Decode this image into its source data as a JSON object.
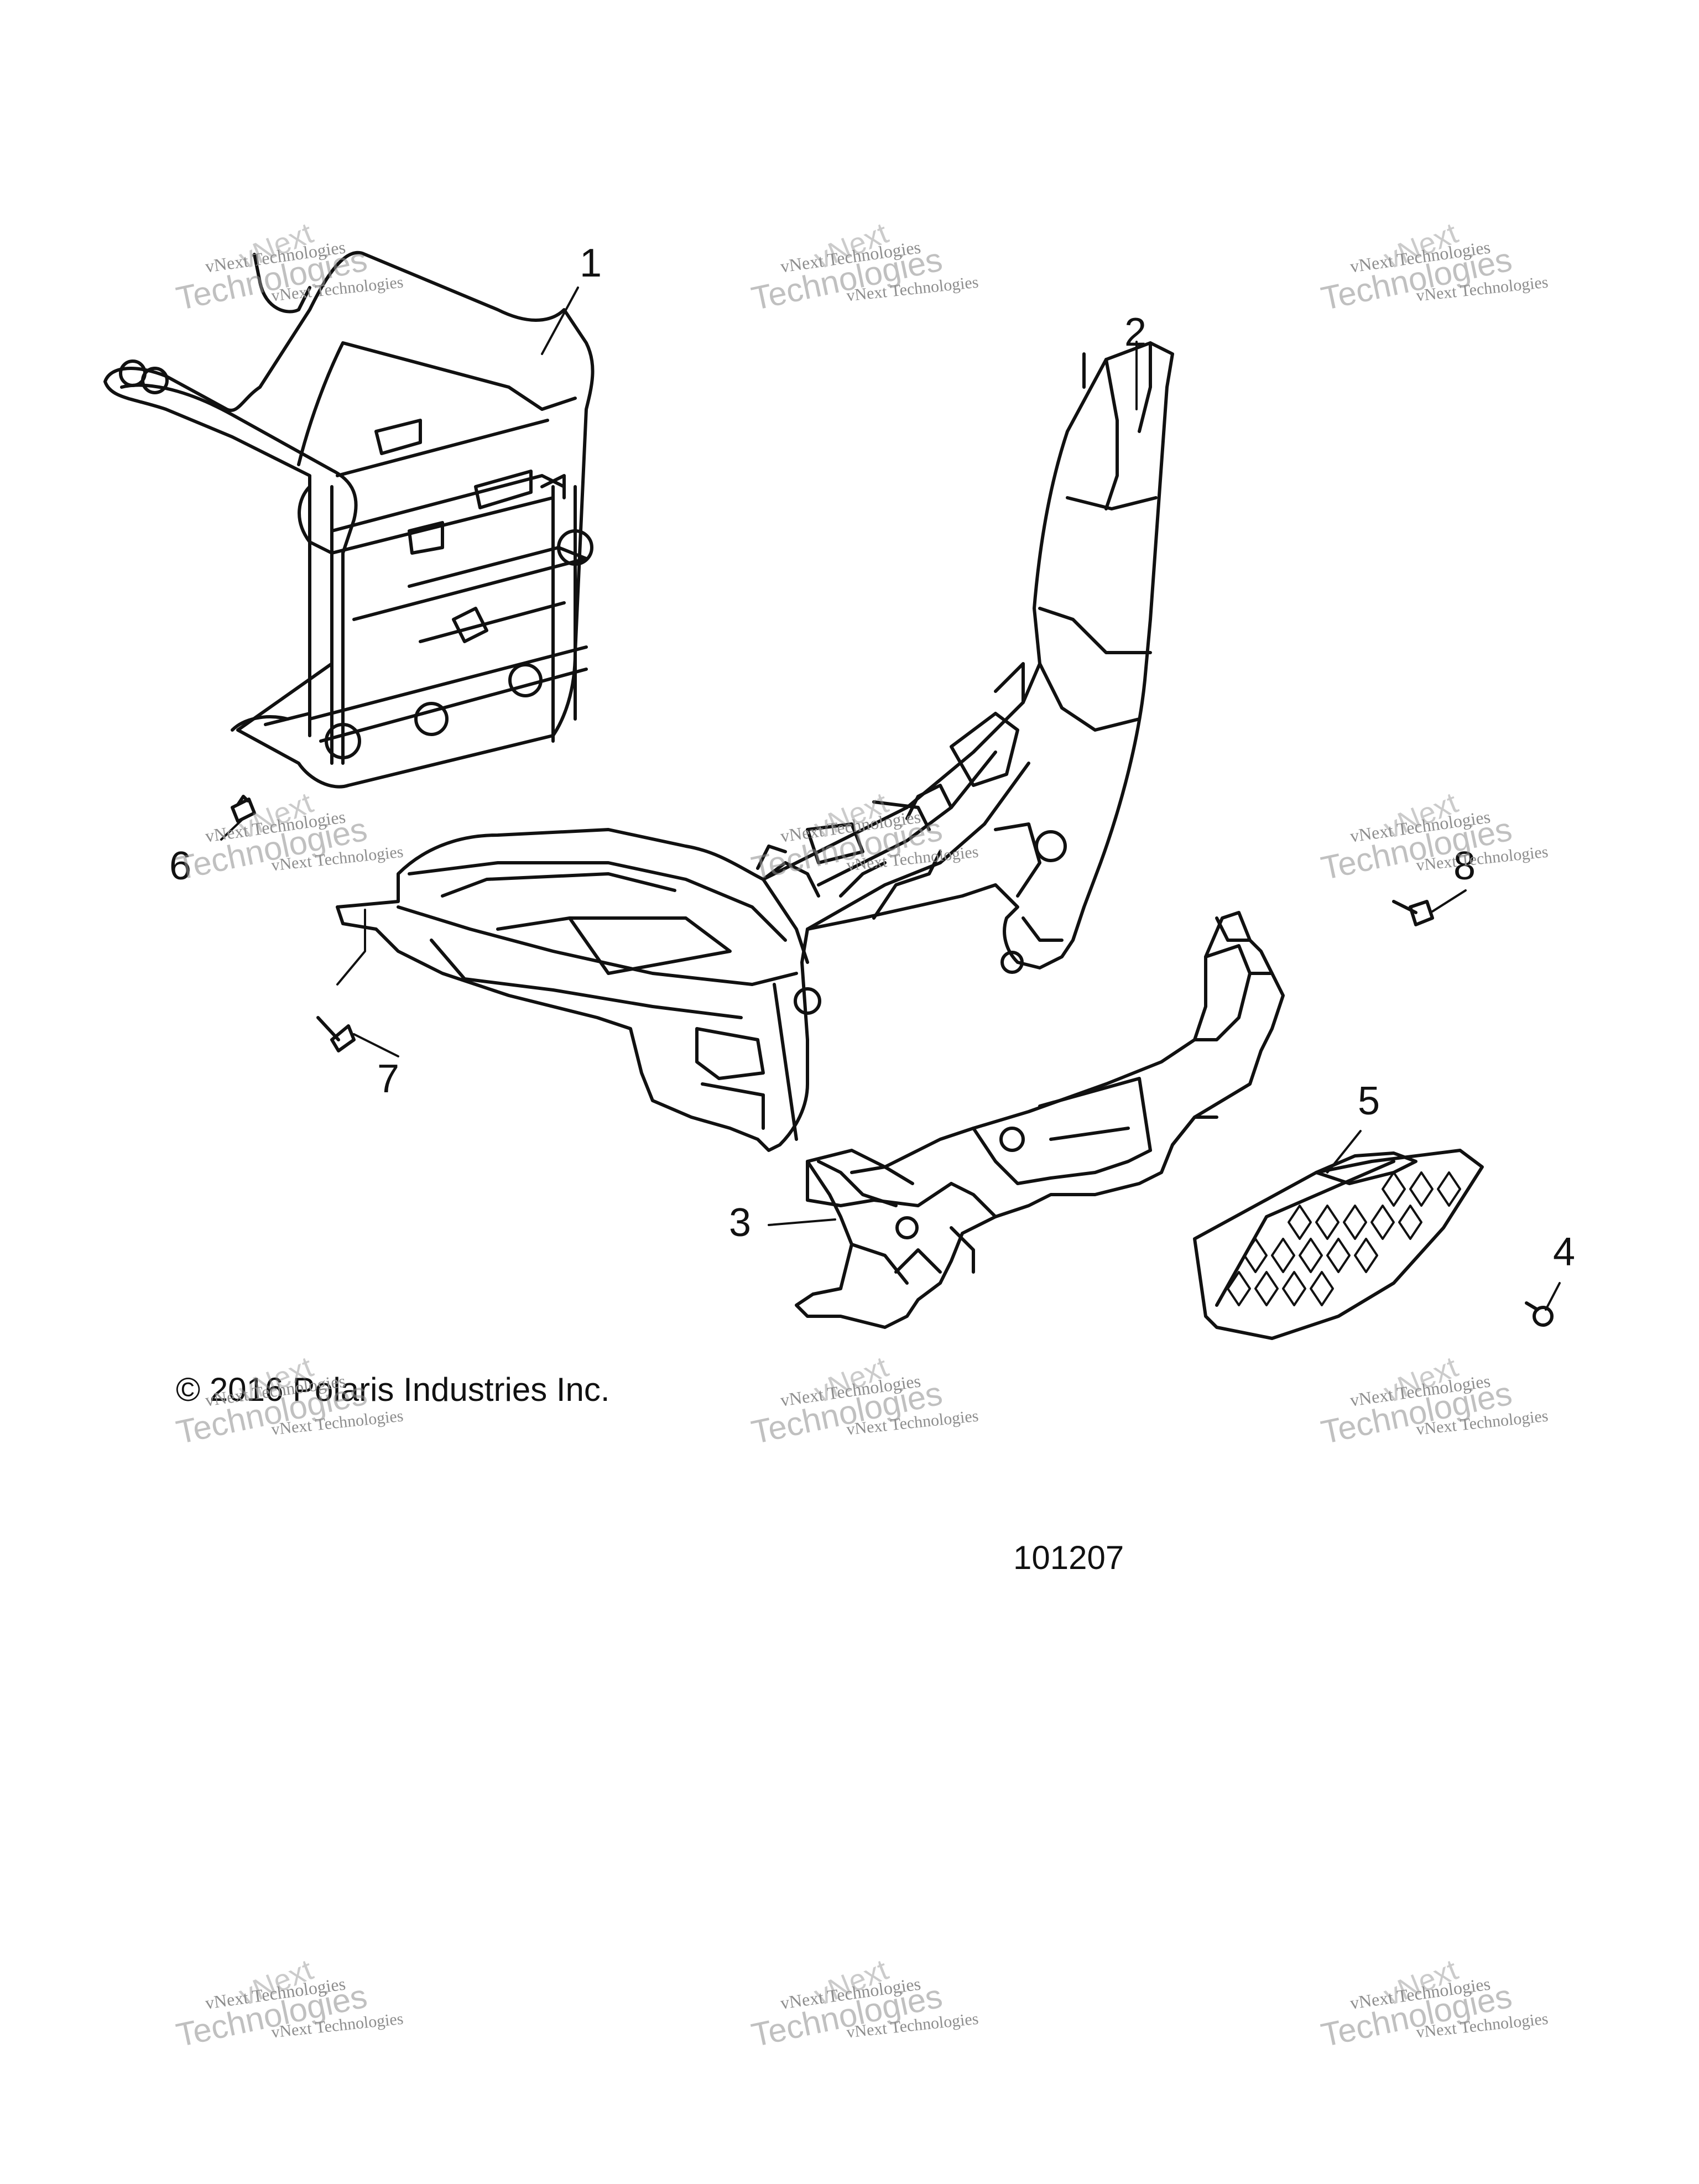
{
  "callouts": [
    {
      "id": "1",
      "label": "1"
    },
    {
      "id": "2",
      "label": "2"
    },
    {
      "id": "3",
      "label": "3"
    },
    {
      "id": "4",
      "label": "4"
    },
    {
      "id": "5",
      "label": "5"
    },
    {
      "id": "6",
      "label": "6"
    },
    {
      "id": "7",
      "label": "7"
    },
    {
      "id": "8",
      "label": "8"
    }
  ],
  "copyright": "© 2016 Polaris Industries Inc.",
  "figure_number": "101207",
  "watermark": {
    "brand": "vNext",
    "line1": "vNext Technologies",
    "line2": "Technologies",
    "line3": "vNext Technologies"
  },
  "colors": {
    "line": "#111111",
    "watermark": "#8d8d8d",
    "background": "#ffffff"
  }
}
